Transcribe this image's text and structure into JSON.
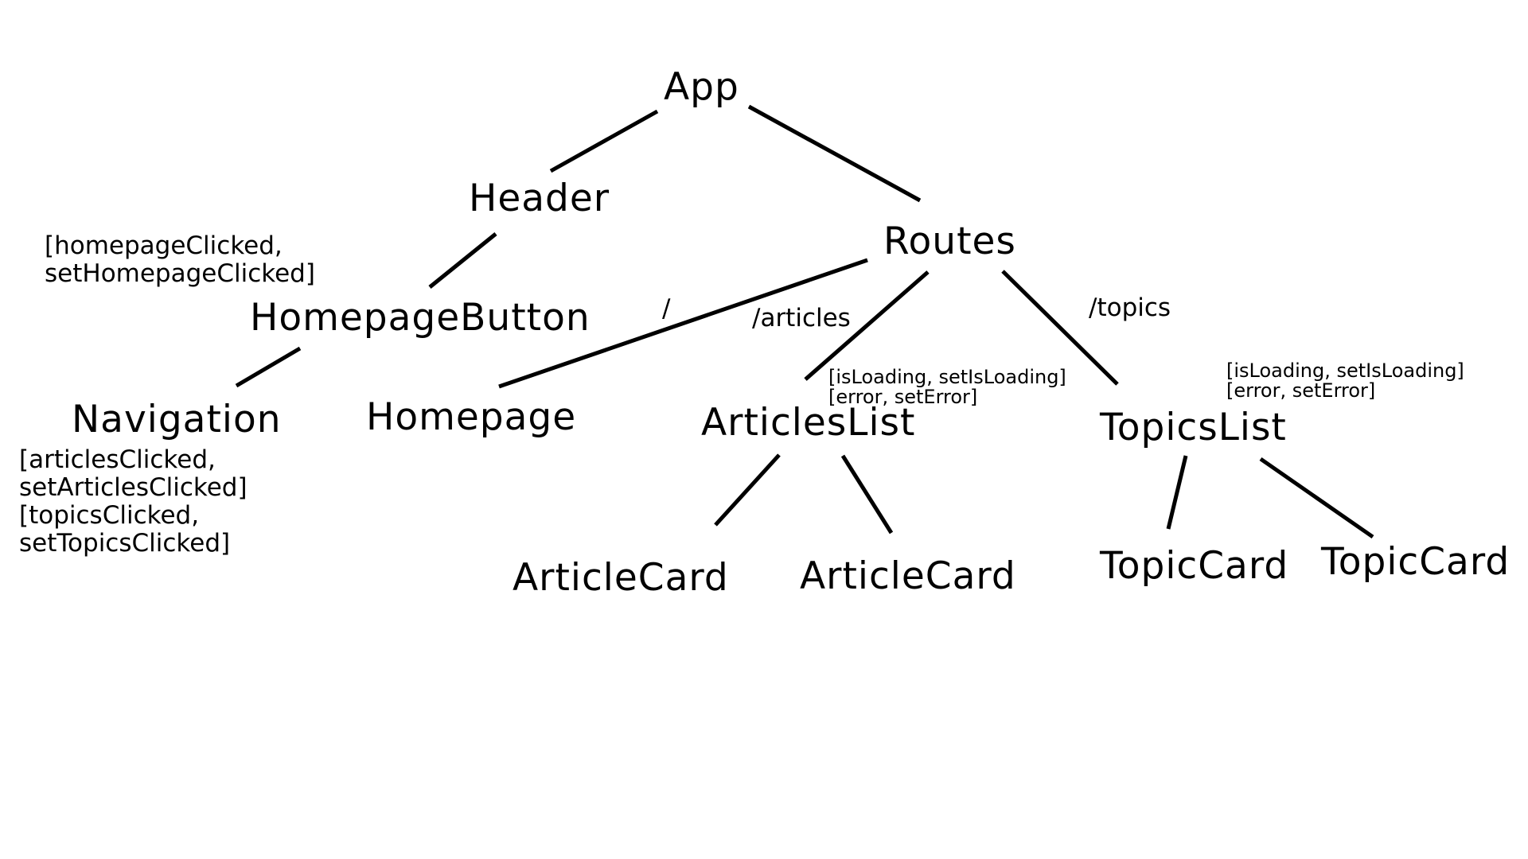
{
  "nodes": {
    "app": "App",
    "header": "Header",
    "routes": "Routes",
    "homepage_button": "HomepageButton",
    "navigation": "Navigation",
    "homepage": "Homepage",
    "articles_list": "ArticlesList",
    "topics_list": "TopicsList",
    "article_card_1": "ArticleCard",
    "article_card_2": "ArticleCard",
    "topic_card_1": "TopicCard",
    "topic_card_2": "TopicCard"
  },
  "routes": {
    "root": "/",
    "articles": "/articles",
    "topics": "/topics"
  },
  "state": {
    "homepage_button": "[homepageClicked,\nsetHomepageClicked]",
    "navigation": "[articlesClicked,\nsetArticlesClicked]\n[topicsClicked,\nsetTopicsClicked]",
    "articles_list": "[isLoading, setIsLoading]\n[error, setError]",
    "topics_list": "[isLoading, setIsLoading]\n[error, setError]"
  }
}
